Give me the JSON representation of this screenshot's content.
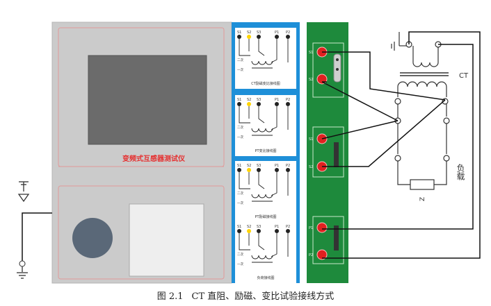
{
  "instrument": {
    "title": "变频式互感器测试仪",
    "body_color": "#c8c8c8",
    "accent_color": "#e53030"
  },
  "blue_panel": {
    "color": "#1e8fd8",
    "panels": [
      {
        "label": "CT励磁变比接线图",
        "terminals": [
          "S1",
          "S2",
          "S3",
          "P1",
          "P2"
        ],
        "side_labels": [
          "二次",
          "一次"
        ]
      },
      {
        "label": "PT变比接线图",
        "terminals": [
          "S1",
          "S2",
          "S3",
          "P1",
          "P2"
        ],
        "side_labels": [
          "二次",
          "一次"
        ]
      },
      {
        "label": "PT励磁接线图",
        "terminals": [
          "S1",
          "S2",
          "S3",
          "P1",
          "P2"
        ],
        "side_labels": [
          "二次",
          "一次"
        ]
      },
      {
        "label": "负荷接线图",
        "terminals": [
          "S1",
          "S2",
          "S3",
          "P1",
          "P2"
        ],
        "side_labels": [
          "二次",
          "一次"
        ]
      }
    ]
  },
  "green_panel": {
    "color": "#1e8a3c",
    "terminals": [
      "S1",
      "S2",
      "S1",
      "S2",
      "P1",
      "P2"
    ]
  },
  "circuit": {
    "ct_label": "CT",
    "load_label": "负载",
    "load_resistor_label": "Z"
  },
  "caption": {
    "figure_no": "图 2.1",
    "text": "CT 直阻、励磁、变比试验接线方式"
  }
}
